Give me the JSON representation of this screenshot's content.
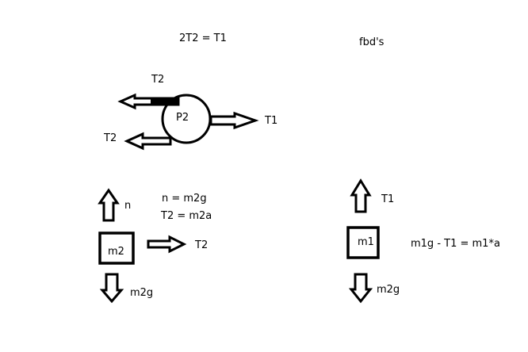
{
  "header": {
    "constraint_eq": "2T2 = T1",
    "title": "fbd's"
  },
  "pulley": {
    "label": "P2",
    "force_top": "T2",
    "force_bottom": "T2",
    "force_right": "T1"
  },
  "block_m2": {
    "label": "m2",
    "force_up": "n",
    "force_down": "m2g",
    "force_right": "T2",
    "eq_normal": "n = m2g",
    "eq_motion": "T2 = m2a"
  },
  "block_m1": {
    "label": "m1",
    "force_up": "T1",
    "force_down": "m2g",
    "eq_motion": "m1g - T1 = m1*a"
  },
  "colors": {
    "ink": "#000000",
    "background": "#ffffff"
  }
}
